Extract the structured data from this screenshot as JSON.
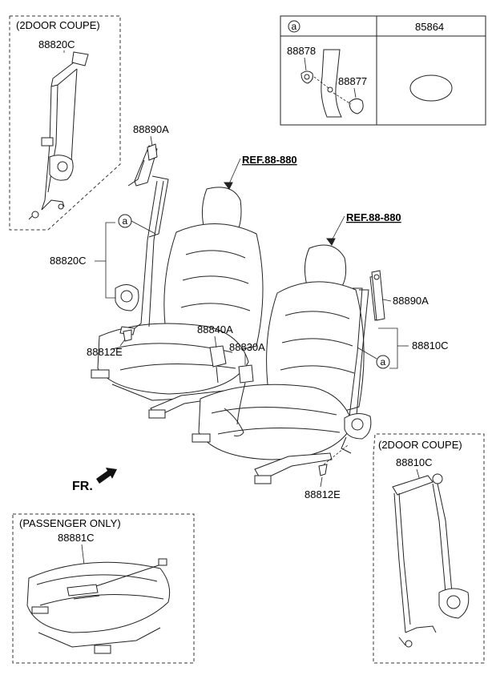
{
  "legend": {
    "key_symbol": "a",
    "part_number": "85864"
  },
  "inset_top_left": {
    "title": "(2DOOR COUPE)",
    "part": "88820C"
  },
  "inset_bottom_right": {
    "title": "(2DOOR COUPE)",
    "part": "88810C"
  },
  "inset_bottom_left": {
    "title": "(PASSENGER ONLY)",
    "part": "88881C"
  },
  "labels": {
    "p88878": "88878",
    "p88877": "88877",
    "p88890A_left": "88890A",
    "p88890A_right": "88890A",
    "p88820C": "88820C",
    "p88810C": "88810C",
    "p88812E_left": "88812E",
    "p88812E_right": "88812E",
    "p88840A": "88840A",
    "p88830A": "88830A",
    "ref_left": "REF.88-880",
    "ref_right": "REF.88-880",
    "callout_a_left": "a",
    "callout_a_right": "a",
    "fr": "FR."
  }
}
